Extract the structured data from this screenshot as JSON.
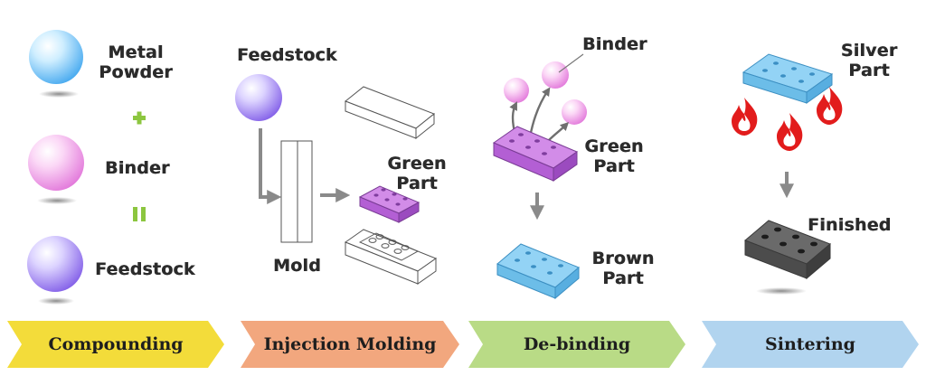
{
  "colors": {
    "yellow": "#f3dc3a",
    "orange": "#f2a77e",
    "green": "#b9db86",
    "blue": "#b1d4ef",
    "part_green": "#cf8fe8",
    "part_brown": "#8fcdf0",
    "part_finished": "#5d5d5d",
    "flame": "#e21c1c",
    "arrow": "#8a8a8a",
    "plus_equal": "#8cc63f"
  },
  "compounding": {
    "metal_powder": "Metal\nPowder",
    "plus_icon": "plus-icon",
    "binder": "Binder",
    "equals_icon": "equals-icon",
    "feedstock": "Feedstock"
  },
  "injection": {
    "feedstock": "Feedstock",
    "mold": "Mold",
    "green_part": "Green\nPart"
  },
  "debinding": {
    "binder": "Binder",
    "green_part": "Green\nPart",
    "brown_part": "Brown\nPart"
  },
  "sintering": {
    "silver_part": "Silver\nPart",
    "finished": "Finished"
  },
  "steps": [
    "Compounding",
    "Injection Molding",
    "De-binding",
    "Sintering"
  ]
}
